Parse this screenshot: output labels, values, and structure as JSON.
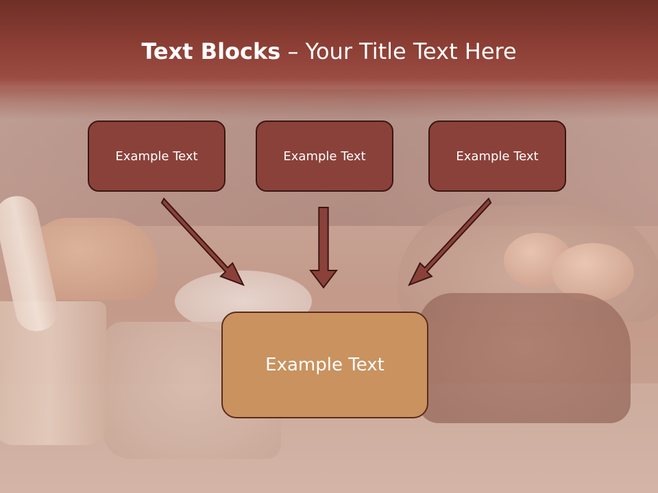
{
  "slide": {
    "title_bold": "Text Blocks",
    "title_sep": " – ",
    "title_rest": "Your Title Text Here"
  },
  "blocks": {
    "top": [
      "Example Text",
      "Example Text",
      "Example Text"
    ],
    "bottom": "Example Text"
  },
  "colors": {
    "header": "#8a3d33",
    "top_box_fill": "#8a413a",
    "top_box_border": "#3b1612",
    "bottom_box_fill": "#c9925f",
    "bottom_box_border": "#5b2a1c",
    "arrow_fill": "#8a413a",
    "arrow_stroke": "#3b1612"
  }
}
